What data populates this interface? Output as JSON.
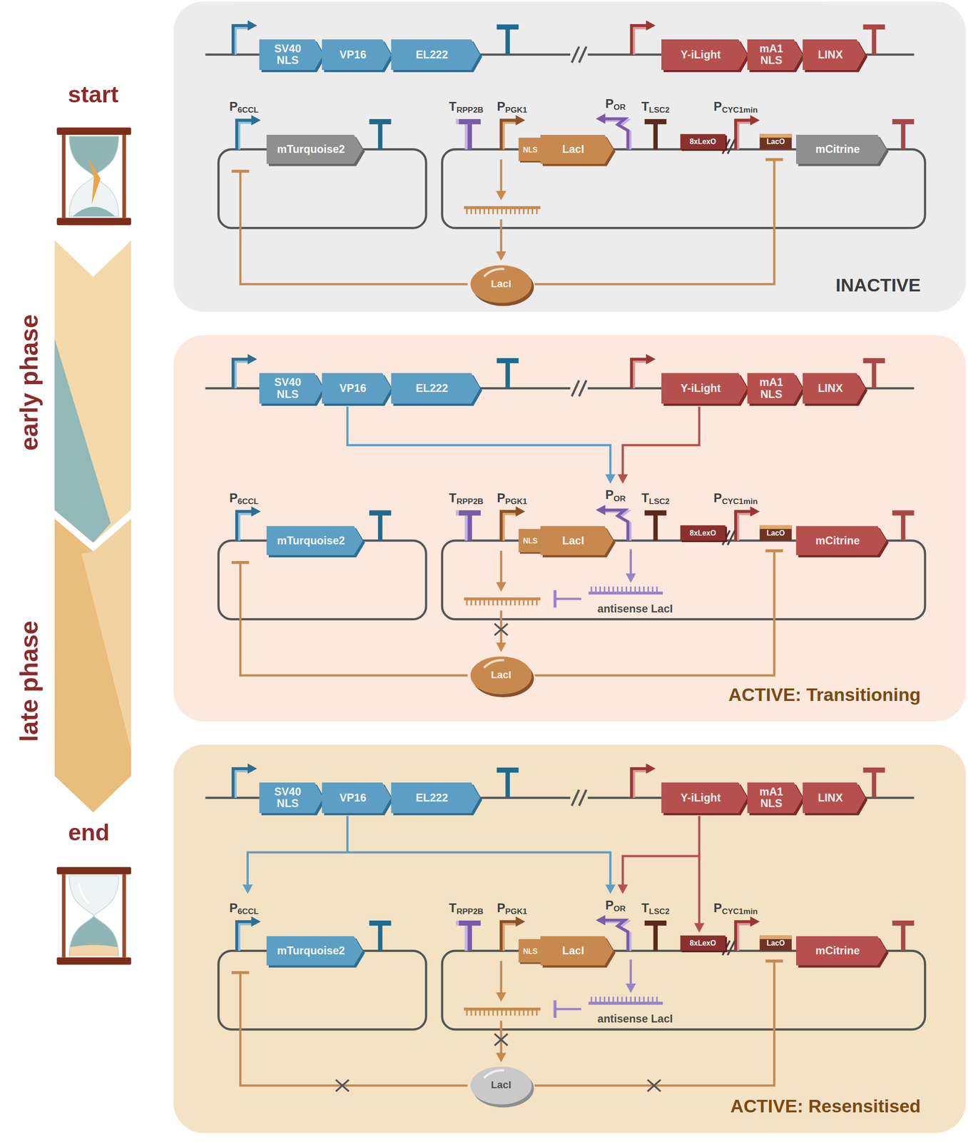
{
  "diagram": {
    "nodes": [
      {
        "text": [
          "INACTIVE"
        ]
      },
      {
        "text": [
          "SV40 NLS"
        ],
        "in": 0
      },
      {
        "text": [
          "VP16"
        ],
        "in": 0
      },
      {
        "text": [
          "EL222"
        ],
        "in": 0
      },
      {
        "text": [
          "Y-iLight"
        ],
        "in": 0
      },
      {
        "text": [
          "mA1 NLS"
        ],
        "in": 0
      },
      {
        "text": [
          "LINX"
        ],
        "in": 0
      },
      {
        "text": [
          "mTurquoise2"
        ],
        "in": 0
      },
      {
        "text": [
          "NLS"
        ],
        "in": 0
      },
      {
        "text": [
          "LacI"
        ],
        "in": 0
      },
      {
        "text": [
          "8xLexO"
        ],
        "in": 0
      },
      {
        "text": [
          "LacO"
        ],
        "in": 0
      },
      {
        "text": [
          "mCitrine"
        ],
        "in": 0
      },
      {
        "text": [
          "LacI"
        ],
        "in": 0
      },
      {
        "text": [
          "ACTIVE: Transitioning"
        ]
      },
      {
        "text": [
          "SV40 NLS"
        ],
        "in": 14
      },
      {
        "text": [
          "VP16"
        ],
        "in": 14
      },
      {
        "text": [
          "EL222"
        ],
        "in": 14
      },
      {
        "text": [
          "Y-iLight"
        ],
        "in": 14
      },
      {
        "text": [
          "mA1 NLS"
        ],
        "in": 14
      },
      {
        "text": [
          "LINX"
        ],
        "in": 14
      },
      {
        "text": [
          "mTurquoise2"
        ],
        "in": 14
      },
      {
        "text": [
          "NLS"
        ],
        "in": 14
      },
      {
        "text": [
          "LacI"
        ],
        "in": 14
      },
      {
        "text": [
          "8xLexO"
        ],
        "in": 14
      },
      {
        "text": [
          "LacO"
        ],
        "in": 14
      },
      {
        "text": [
          "mCitrine"
        ],
        "in": 14
      },
      {
        "text": [
          "LacI"
        ],
        "in": 14
      },
      {
        "text": [
          "ACTIVE: Resensitised"
        ]
      },
      {
        "text": [
          "SV40 NLS"
        ],
        "in": 28
      },
      {
        "text": [
          "VP16"
        ],
        "in": 28
      },
      {
        "text": [
          "EL222"
        ],
        "in": 28
      },
      {
        "text": [
          "Y-iLight"
        ],
        "in": 28
      },
      {
        "text": [
          "mA1 NLS"
        ],
        "in": 28
      },
      {
        "text": [
          "LINX"
        ],
        "in": 28
      },
      {
        "text": [
          "mTurquoise2"
        ],
        "in": 28
      },
      {
        "text": [
          "NLS"
        ],
        "in": 28
      },
      {
        "text": [
          "LacI"
        ],
        "in": 28
      },
      {
        "text": [
          "8xLexO"
        ],
        "in": 28
      },
      {
        "text": [
          "LacO"
        ],
        "in": 28
      },
      {
        "text": [
          "mCitrine"
        ],
        "in": 28
      },
      {
        "text": [
          "LacI"
        ],
        "in": 28
      }
    ],
    "labels": [
      "start",
      "early phase",
      "late phase",
      "end",
      "P6CCL",
      "TRPP2B",
      "PPGK1",
      "POR",
      "TLSC2",
      "PCYC1min",
      "P6CCL",
      "TRPP2B",
      "PPGK1",
      "POR",
      "TLSC2",
      "PCYC1min",
      "antisense LacI",
      "P6CCL",
      "TRPP2B",
      "PPGK1",
      "POR",
      "TLSC2",
      "PCYC1min",
      "antisense LacI"
    ]
  }
}
